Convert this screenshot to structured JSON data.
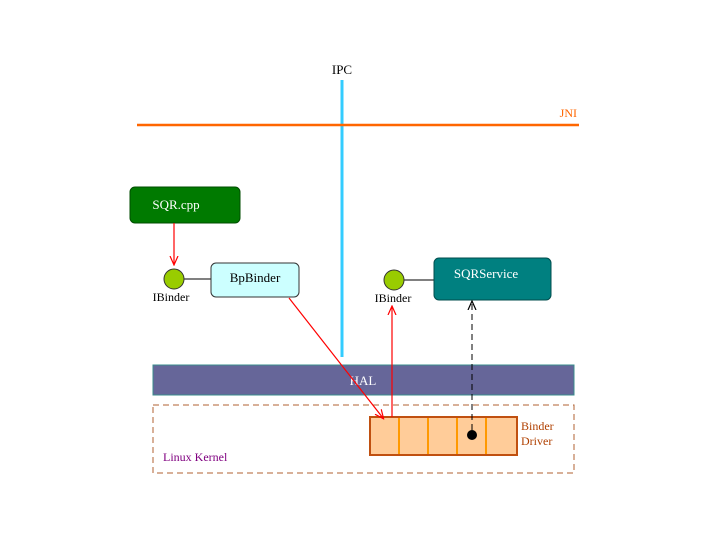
{
  "labels": {
    "ipc": "IPC",
    "jni": "JNI",
    "sqr_cpp": "SQR.cpp",
    "ibinder_left": "IBinder",
    "bpbinder": "BpBinder",
    "ibinder_right": "IBinder",
    "sqrservice": "SQRService",
    "hal": "HAL",
    "linux_kernel": "Linux Kernel",
    "binder_driver_line1": "Binder",
    "binder_driver_line2": "Driver"
  },
  "colors": {
    "ipc_line": "#33ccff",
    "jni_line": "#ff6600",
    "jni_text": "#ff6600",
    "sqr_cpp_fill": "#007a00",
    "bpbinder_fill": "#ccffff",
    "sqrservice_fill": "#008080",
    "ibinder_fill": "#99cc00",
    "hal_fill": "#666699",
    "kernel_border": "#b06030",
    "kernel_text": "#800080",
    "driver_fill": "#ffcc99",
    "driver_border": "#c05010",
    "driver_divider": "#ff9900",
    "driver_text": "#b04000",
    "arrow_red": "#ff0000"
  }
}
